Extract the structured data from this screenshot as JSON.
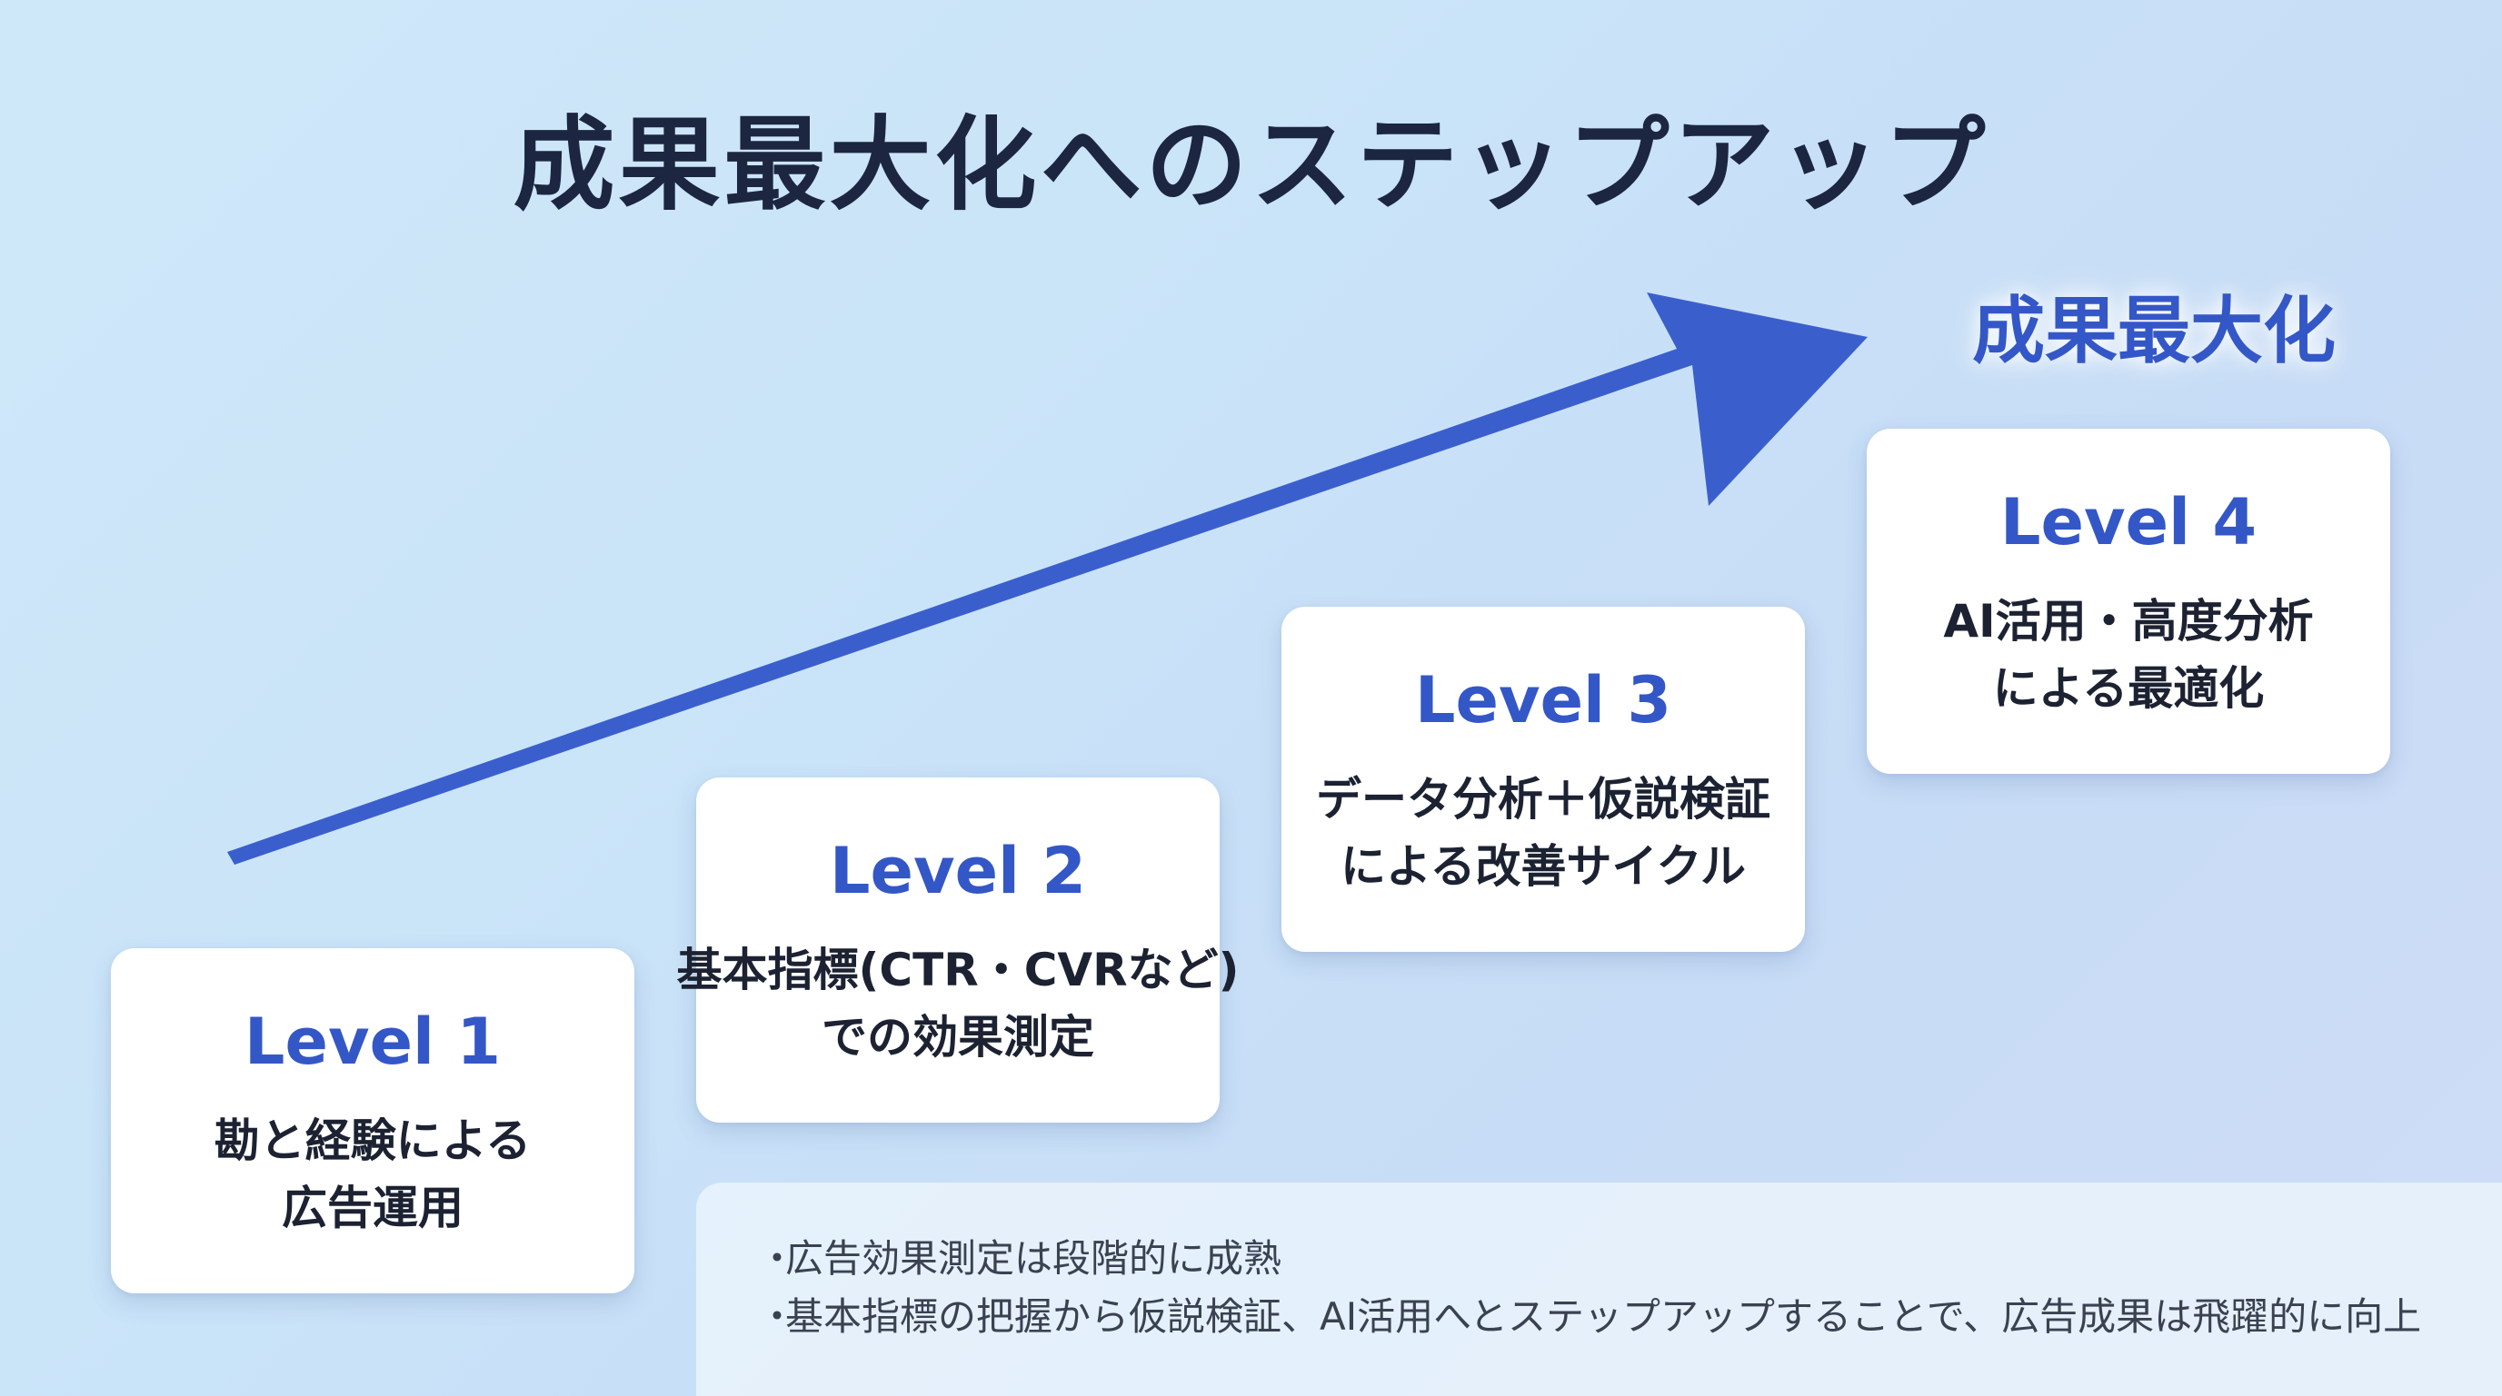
{
  "title": "成果最大化へのステップアップ",
  "goal_label": "成果最大化",
  "colors": {
    "accent": "#3457c7",
    "title_text": "#1c2640",
    "body_text": "#1c2232",
    "background": "#cfe8f9"
  },
  "levels": [
    {
      "label": "Level 1",
      "desc_line1": "勘と経験による",
      "desc_line2": "広告運用"
    },
    {
      "label": "Level 2",
      "desc_line1": "基本指標(CTR・CVRなど)",
      "desc_line2": "での効果測定"
    },
    {
      "label": "Level 3",
      "desc_line1": "データ分析＋仮説検証",
      "desc_line2": "による改善サイクル"
    },
    {
      "label": "Level 4",
      "desc_line1": "AI活用・高度分析",
      "desc_line2": "による最適化"
    }
  ],
  "notes": [
    "広告効果測定は段階的に成熟",
    "基本指標の把握から仮説検証、AI活用へとステップアップすることで、広告成果は飛躍的に向上"
  ],
  "bullet_char": "・"
}
